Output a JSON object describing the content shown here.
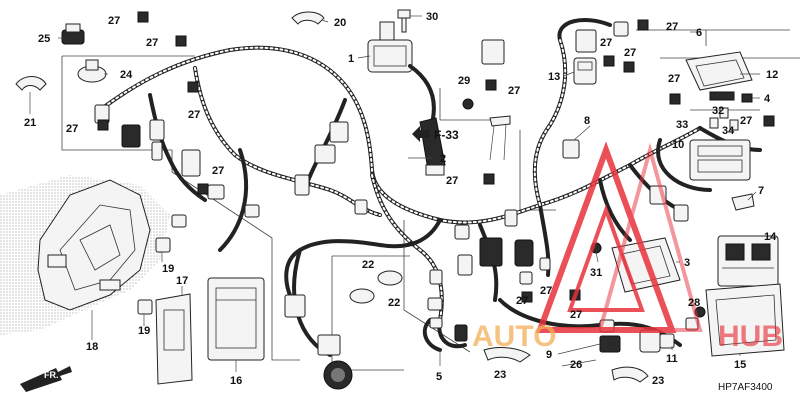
{
  "diagram_code": "HP7AF3400",
  "front_arrow_label": "FR.",
  "ref_label": "F-33",
  "watermark": {
    "left": "AUTO",
    "right": "HUB",
    "color": "#e8323c",
    "accent": "#f2a13a"
  },
  "callouts": {
    "c1": "1",
    "c2": "2",
    "c3": "3",
    "c4": "4",
    "c5": "5",
    "c6": "6",
    "c7": "7",
    "c8": "8",
    "c9": "9",
    "c10": "10",
    "c11": "11",
    "c12": "12",
    "c13": "13",
    "c14": "14",
    "c15": "15",
    "c16": "16",
    "c17": "17",
    "c18": "18",
    "c19a": "19",
    "c19b": "19",
    "c20": "20",
    "c21": "21",
    "c22a": "22",
    "c22b": "22",
    "c23a": "23",
    "c23b": "23",
    "c24": "24",
    "c25": "25",
    "c26": "26",
    "c27a": "27",
    "c27b": "27",
    "c27c": "27",
    "c27d": "27",
    "c27e": "27",
    "c27f": "27",
    "c27g": "27",
    "c27h": "27",
    "c27i": "27",
    "c27j": "27",
    "c27k": "27",
    "c27l": "27",
    "c27m": "27",
    "c27n": "27",
    "c27o": "27",
    "c28": "28",
    "c29": "29",
    "c30": "30",
    "c31": "31",
    "c32": "32",
    "c33": "33",
    "c34": "34"
  }
}
